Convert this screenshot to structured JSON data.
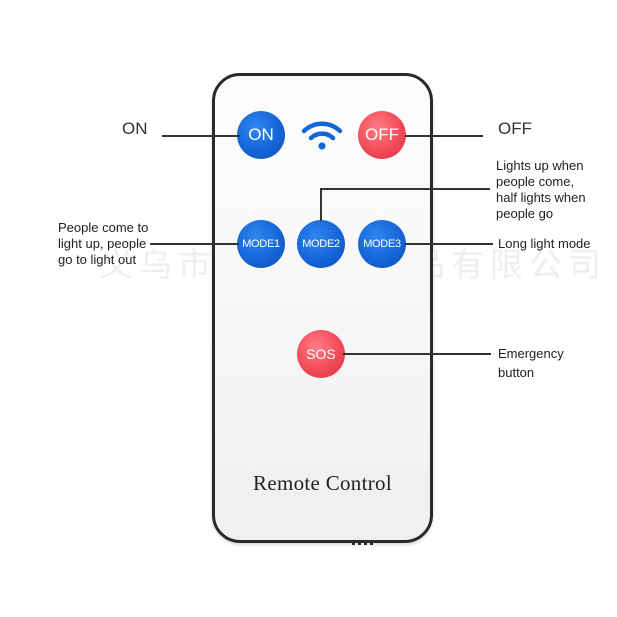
{
  "remote": {
    "label": "Remote Control",
    "buttons": {
      "on": "ON",
      "off": "OFF",
      "mode1": "MODE1",
      "mode2": "MODE2",
      "mode3": "MODE3",
      "sos": "SOS"
    },
    "signal_icon": "wifi-signal-icon"
  },
  "callouts": {
    "on": "ON",
    "off": "OFF",
    "mode1": [
      "People come to",
      "light up, people",
      "go to light out"
    ],
    "mode2": [
      "Lights up when",
      "people come,",
      "half lights when",
      "people go"
    ],
    "mode3": "Long light mode",
    "sos": [
      "Emergency",
      "button"
    ]
  },
  "watermark": "义乌市欧步户外用品有限公司",
  "colors": {
    "blue_button": "#1565d8",
    "red_button": "#f24b57",
    "remote_border": "#2a2a2a"
  }
}
